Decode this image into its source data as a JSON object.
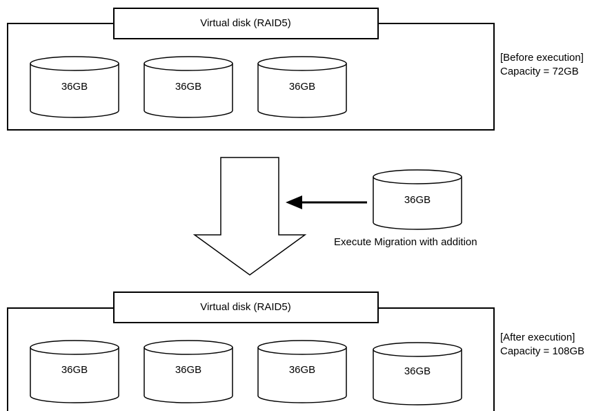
{
  "before": {
    "title": "Virtual disk (RAID5)",
    "status_line1": "[Before execution]",
    "status_line2": "Capacity = 72GB",
    "disks": [
      {
        "label": "36GB"
      },
      {
        "label": "36GB"
      },
      {
        "label": "36GB"
      }
    ]
  },
  "added_disk": {
    "label": "36GB"
  },
  "migration_caption": "Execute Migration with addition",
  "after": {
    "title": "Virtual disk (RAID5)",
    "status_line1": "[After execution]",
    "status_line2": "Capacity = 108GB",
    "disks": [
      {
        "label": "36GB"
      },
      {
        "label": "36GB"
      },
      {
        "label": "36GB"
      },
      {
        "label": "36GB"
      }
    ]
  }
}
